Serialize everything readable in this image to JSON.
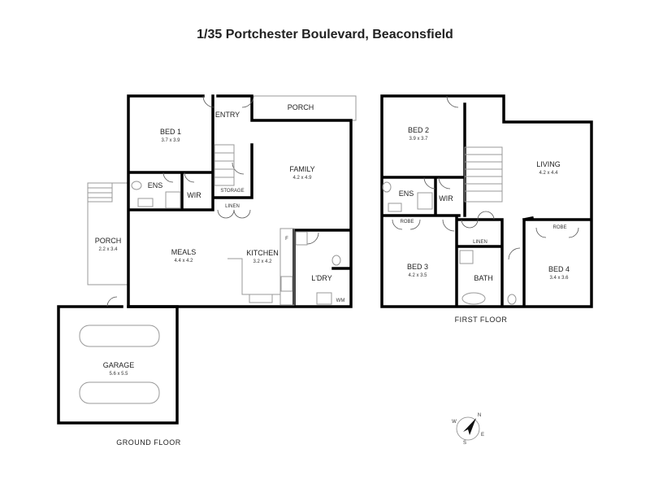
{
  "title": "1/35 Portchester Boulevard, Beaconsfield",
  "ground_floor": {
    "label": "GROUND FLOOR",
    "rooms": {
      "bed1": {
        "name": "BED 1",
        "dims": "3.7 x 3.9"
      },
      "entry": {
        "name": "ENTRY"
      },
      "porch_front": {
        "name": "PORCH"
      },
      "family": {
        "name": "FAMILY",
        "dims": "4.2 x 4.9"
      },
      "ens": {
        "name": "ENS"
      },
      "wir": {
        "name": "WIR"
      },
      "storage": {
        "name": "STORAGE"
      },
      "linen": {
        "name": "LINEN"
      },
      "porch_side": {
        "name": "PORCH",
        "dims": "2.2 x 3.4"
      },
      "meals": {
        "name": "MEALS",
        "dims": "4.4 x 4.2"
      },
      "kitchen": {
        "name": "KITCHEN",
        "dims": "3.2 x 4.2"
      },
      "fridge": {
        "name": "F"
      },
      "laundry": {
        "name": "L'DRY"
      },
      "wm": {
        "name": "WM"
      },
      "garage": {
        "name": "GARAGE",
        "dims": "5.6 x 5.5"
      }
    }
  },
  "first_floor": {
    "label": "FIRST FLOOR",
    "rooms": {
      "bed2": {
        "name": "BED 2",
        "dims": "3.9 x 3.7"
      },
      "living": {
        "name": "LIVING",
        "dims": "4.2 x 4.4"
      },
      "ens": {
        "name": "ENS"
      },
      "wir": {
        "name": "WIR"
      },
      "robe3": {
        "name": "ROBE"
      },
      "linen": {
        "name": "LINEN"
      },
      "robe4": {
        "name": "ROBE"
      },
      "bed3": {
        "name": "BED 3",
        "dims": "4.2 x 3.5"
      },
      "bath": {
        "name": "BATH"
      },
      "bed4": {
        "name": "BED 4",
        "dims": "3.4 x 3.6"
      }
    }
  },
  "compass": {
    "n": "N",
    "e": "E",
    "s": "S",
    "w": "W"
  }
}
